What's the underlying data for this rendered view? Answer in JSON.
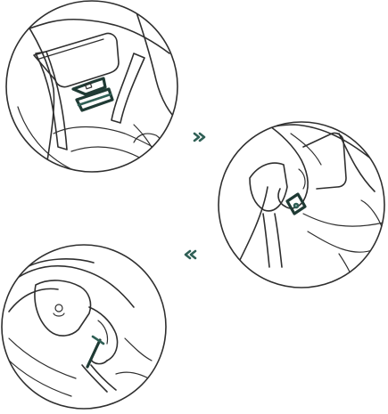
{
  "diagram": {
    "steps": [
      {
        "id": "step-1",
        "description_icon": "buckle-tongue-insert-icon"
      },
      {
        "id": "step-2",
        "description_icon": "hand-press-buckle-icon"
      },
      {
        "id": "step-3",
        "description_icon": "pull-strap-icon"
      }
    ],
    "arrows": [
      {
        "id": "arrow-right",
        "glyph": "»",
        "color": "#2f5f55"
      },
      {
        "id": "arrow-left",
        "glyph": "«",
        "color": "#2f5f55"
      }
    ],
    "colors": {
      "line": "#2f2f2f",
      "accent": "#2f5f55",
      "background": "#ffffff"
    }
  }
}
